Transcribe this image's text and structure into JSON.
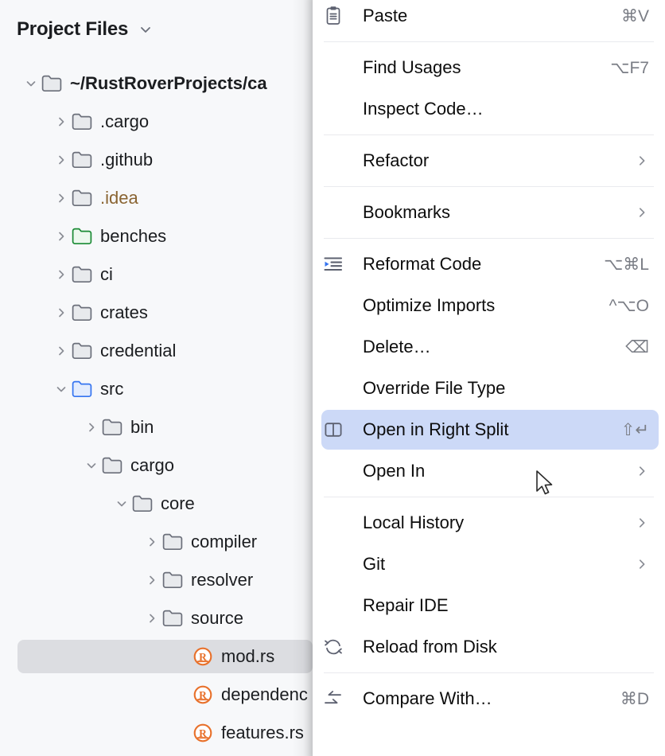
{
  "panel": {
    "title": "Project Files",
    "collapse_icon": "chevron-down-icon",
    "tree": [
      {
        "label": "~/RustRoverProjects/ca",
        "type": "folder",
        "icon": "folder-icon",
        "depth": 0,
        "twisty": "chevron-down",
        "bold": true,
        "folder_color": "gray",
        "text_color": "#1b1d20"
      },
      {
        "label": ".cargo",
        "type": "folder",
        "icon": "folder-icon",
        "depth": 1,
        "twisty": "chevron-right",
        "bold": false,
        "folder_color": "gray",
        "text_color": "#1b1d20"
      },
      {
        "label": ".github",
        "type": "folder",
        "icon": "folder-icon",
        "depth": 1,
        "twisty": "chevron-right",
        "bold": false,
        "folder_color": "gray",
        "text_color": "#1b1d20"
      },
      {
        "label": ".idea",
        "type": "folder",
        "icon": "folder-icon",
        "depth": 1,
        "twisty": "chevron-right",
        "bold": false,
        "folder_color": "gray",
        "text_color": "#8a6432"
      },
      {
        "label": "benches",
        "type": "folder",
        "icon": "folder-icon",
        "depth": 1,
        "twisty": "chevron-right",
        "bold": false,
        "folder_color": "green",
        "text_color": "#1b1d20"
      },
      {
        "label": "ci",
        "type": "folder",
        "icon": "folder-icon",
        "depth": 1,
        "twisty": "chevron-right",
        "bold": false,
        "folder_color": "gray",
        "text_color": "#1b1d20"
      },
      {
        "label": "crates",
        "type": "folder",
        "icon": "folder-icon",
        "depth": 1,
        "twisty": "chevron-right",
        "bold": false,
        "folder_color": "gray",
        "text_color": "#1b1d20"
      },
      {
        "label": "credential",
        "type": "folder",
        "icon": "folder-icon",
        "depth": 1,
        "twisty": "chevron-right",
        "bold": false,
        "folder_color": "gray",
        "text_color": "#1b1d20"
      },
      {
        "label": "src",
        "type": "folder",
        "icon": "folder-icon",
        "depth": 1,
        "twisty": "chevron-down",
        "bold": false,
        "folder_color": "blue",
        "text_color": "#1b1d20"
      },
      {
        "label": "bin",
        "type": "folder",
        "icon": "folder-icon",
        "depth": 2,
        "twisty": "chevron-right",
        "bold": false,
        "folder_color": "gray",
        "text_color": "#1b1d20"
      },
      {
        "label": "cargo",
        "type": "folder",
        "icon": "folder-icon",
        "depth": 2,
        "twisty": "chevron-down",
        "bold": false,
        "folder_color": "gray",
        "text_color": "#1b1d20"
      },
      {
        "label": "core",
        "type": "folder",
        "icon": "folder-icon",
        "depth": 3,
        "twisty": "chevron-down",
        "bold": false,
        "folder_color": "gray",
        "text_color": "#1b1d20"
      },
      {
        "label": "compiler",
        "type": "folder",
        "icon": "folder-icon",
        "depth": 4,
        "twisty": "chevron-right",
        "bold": false,
        "folder_color": "gray",
        "text_color": "#1b1d20"
      },
      {
        "label": "resolver",
        "type": "folder",
        "icon": "folder-icon",
        "depth": 4,
        "twisty": "chevron-right",
        "bold": false,
        "folder_color": "gray",
        "text_color": "#1b1d20"
      },
      {
        "label": "source",
        "type": "folder",
        "icon": "folder-icon",
        "depth": 4,
        "twisty": "chevron-right",
        "bold": false,
        "folder_color": "gray",
        "text_color": "#1b1d20"
      },
      {
        "label": "mod.rs",
        "type": "file",
        "icon": "rust-file-icon",
        "depth": 5,
        "twisty": "none",
        "bold": false,
        "selected": true,
        "text_color": "#1b1d20"
      },
      {
        "label": "dependenc",
        "type": "file",
        "icon": "rust-file-icon",
        "depth": 5,
        "twisty": "none",
        "bold": false,
        "text_color": "#1b1d20"
      },
      {
        "label": "features.rs",
        "type": "file",
        "icon": "rust-file-icon",
        "depth": 5,
        "twisty": "none",
        "bold": false,
        "text_color": "#1b1d20"
      }
    ]
  },
  "context_menu": {
    "groups": [
      {
        "items": [
          {
            "label": "Paste",
            "icon": "clipboard-icon",
            "shortcut": "⌘V",
            "submenu": false
          }
        ]
      },
      {
        "items": [
          {
            "label": "Find Usages",
            "icon": null,
            "shortcut": "⌥F7",
            "submenu": false
          },
          {
            "label": "Inspect Code…",
            "icon": null,
            "shortcut": "",
            "submenu": false
          }
        ]
      },
      {
        "items": [
          {
            "label": "Refactor",
            "icon": null,
            "shortcut": "",
            "submenu": true
          }
        ]
      },
      {
        "items": [
          {
            "label": "Bookmarks",
            "icon": null,
            "shortcut": "",
            "submenu": true
          }
        ]
      },
      {
        "items": [
          {
            "label": "Reformat Code",
            "icon": "reformat-code-icon",
            "shortcut": "⌥⌘L",
            "submenu": false
          },
          {
            "label": "Optimize Imports",
            "icon": null,
            "shortcut": "^⌥O",
            "submenu": false
          },
          {
            "label": "Delete…",
            "icon": null,
            "shortcut": "⌫",
            "submenu": false
          },
          {
            "label": "Override File Type",
            "icon": null,
            "shortcut": "",
            "submenu": false
          },
          {
            "label": "Open in Right Split",
            "icon": "split-pane-icon",
            "shortcut": "⇧↵",
            "submenu": false,
            "selected": true
          },
          {
            "label": "Open In",
            "icon": null,
            "shortcut": "",
            "submenu": true
          }
        ]
      },
      {
        "items": [
          {
            "label": "Local History",
            "icon": null,
            "shortcut": "",
            "submenu": true
          },
          {
            "label": "Git",
            "icon": null,
            "shortcut": "",
            "submenu": true
          },
          {
            "label": "Repair IDE",
            "icon": null,
            "shortcut": "",
            "submenu": false
          },
          {
            "label": "Reload from Disk",
            "icon": "refresh-icon",
            "shortcut": "",
            "submenu": false
          }
        ]
      },
      {
        "items": [
          {
            "label": "Compare With…",
            "icon": "compare-icon",
            "shortcut": "⌘D",
            "submenu": false
          }
        ]
      }
    ]
  },
  "cursor": {
    "icon": "mouse-pointer-icon"
  },
  "colors": {
    "panel_bg": "#f7f8fa",
    "menu_bg": "#ffffff",
    "selection_tree": "#dcdde1",
    "selection_menu": "#ccd9f7",
    "rust_orange": "#e8702a",
    "folder_gray_stroke": "#6b6f7a",
    "folder_blue_stroke": "#3574f0",
    "folder_green_stroke": "#1a8a34",
    "shortcut_text": "#7a7d85",
    "separator": "#e9eaee"
  }
}
